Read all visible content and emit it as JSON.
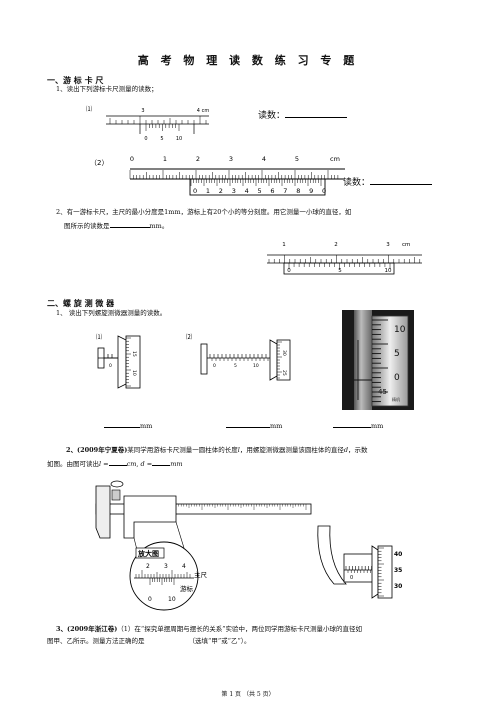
{
  "title": "高 考 物 理 读 数 练 习 专 题",
  "section1": {
    "heading": "一、游 标 卡 尺",
    "q1_intro": "1、读出下列游标卡尺测量的读数；",
    "sub1_label": "⑴",
    "sub1_main_labels": [
      "3",
      "4 cm"
    ],
    "sub1_vernier_labels": [
      "0",
      "5",
      "10"
    ],
    "sub2_label": "（2）",
    "sub2_main_labels": [
      "0",
      "1",
      "2",
      "3",
      "4",
      "5",
      "cm"
    ],
    "sub2_vernier_labels": [
      "0",
      "1",
      "2",
      "3",
      "4",
      "5",
      "6",
      "7",
      "8",
      "9",
      "0"
    ],
    "reading_label": "读数：",
    "q2_line1_a": "2、有一游标卡尺，主尺的最小分度是",
    "q2_unit_min": "1mm",
    "q2_line1_b": "，游标上有",
    "q2_num": "20",
    "q2_line1_c": "个小的等分刻度。用它测量一小球的直径，如",
    "q2_line2_a": "图所示的读数是",
    "q2_line2_b": "mm。",
    "q2_main_labels": [
      "1",
      "2",
      "3",
      "cm"
    ],
    "q2_vernier_labels": [
      "0",
      "5",
      "10"
    ]
  },
  "section2": {
    "heading": "二、螺 旋 测 微 器",
    "q1_intro": "1、 读出下列螺旋测微器测量的读数。",
    "fig1_label": "⑴",
    "fig1_labels": [
      "0",
      "15",
      "10"
    ],
    "fig2_label": "⑵",
    "fig2_labels": [
      "0",
      "5",
      "10",
      "30",
      "25"
    ],
    "photo_labels": [
      "10",
      "5",
      "0",
      "45"
    ],
    "photo_brand": "精机",
    "answer_unit": "mm",
    "q2_prefix": "2、(2009年宁夏卷)",
    "q2_text_a": "某同学用游标卡尺测量一圆柱体的长度",
    "q2_l": "l",
    "q2_text_b": "，用螺旋测微器测量该圆柱体的直径",
    "q2_d": "d",
    "q2_text_c": "，示数",
    "q2_line2": "如图。由图可读出",
    "q2_l_eq": "l =",
    "q2_cm": "cm,",
    "q2_d_eq": "d =",
    "q2_mm": "mm",
    "fig_zoom_title": "放大图",
    "fig_zoom_main": "主尺",
    "fig_zoom_vernier": "游标",
    "fig_zoom_scale_top": [
      "2",
      "3",
      "4"
    ],
    "fig_zoom_scale_bottom": [
      "0",
      "10"
    ],
    "fig_micro_labels": [
      "40",
      "35",
      "30"
    ],
    "fig_micro_zero": "0",
    "q3_prefix": "3、(2009年浙江卷)",
    "q3_text_a": "（1）在“探究单摆周期与摆长的关系”实验中，两位同学用游标卡尺测量小球的直径如",
    "q3_line2_a": "图甲、乙所示。测量方法正确的是",
    "q3_line2_b": "（选填“甲”或“乙”）。"
  },
  "footer": "第 1 页 （共 5 页）"
}
